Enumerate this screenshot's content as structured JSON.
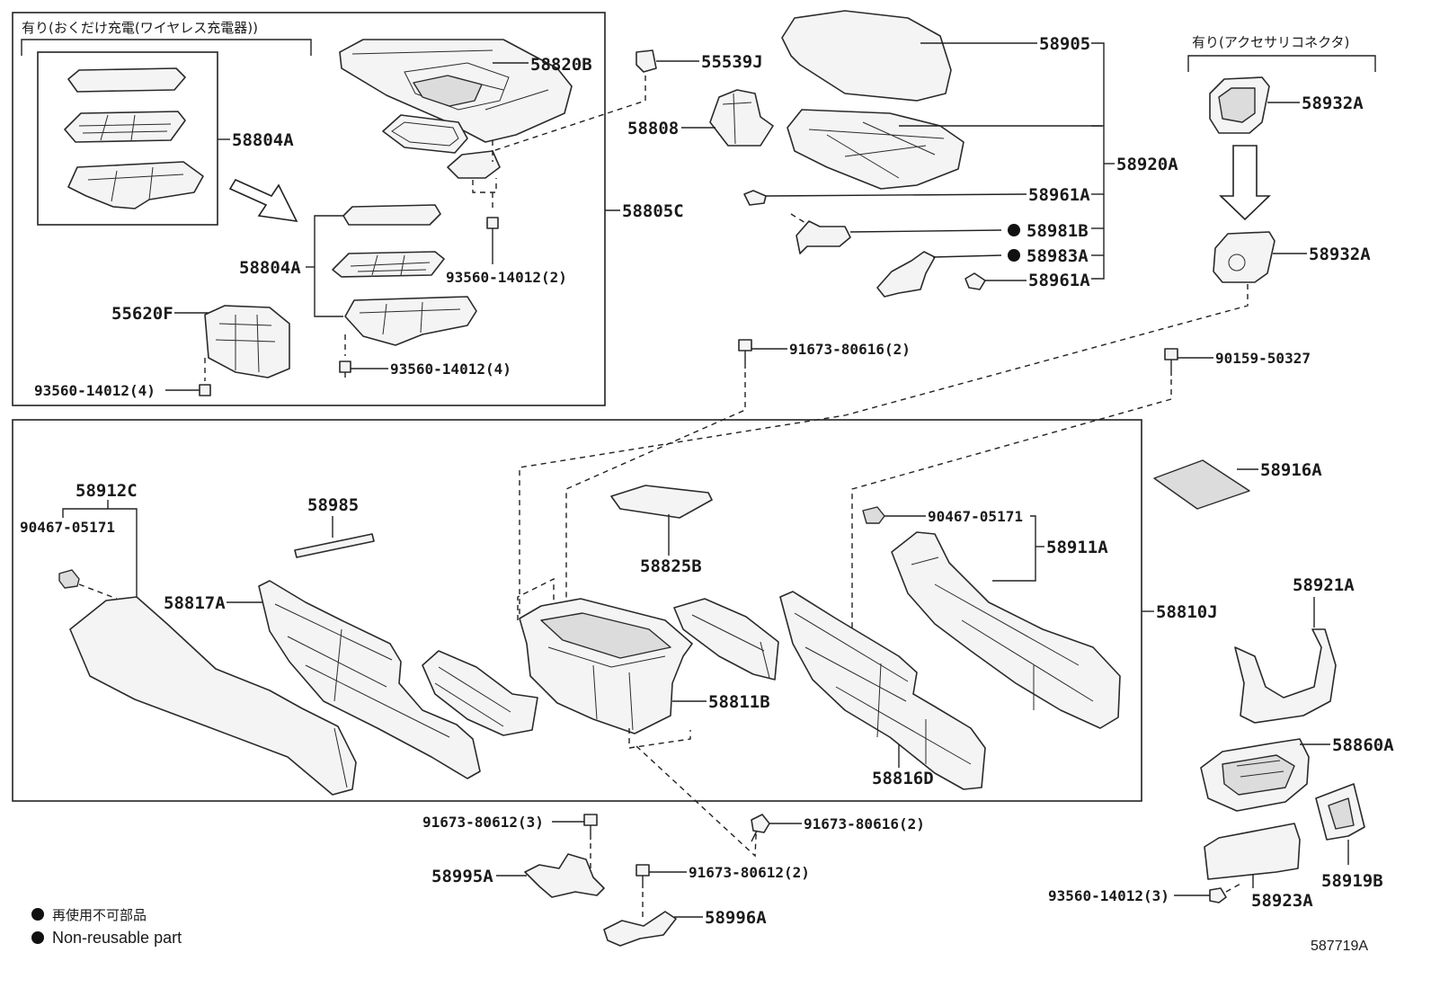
{
  "header": {
    "wireless_label": "有り(おくだけ充電(ワイヤレス充電器))",
    "accessory_label": "有り(アクセサリコネクタ)"
  },
  "callouts": {
    "p58820B": "58820B",
    "p58804A_top": "58804A",
    "p58805C": "58805C",
    "p58804A": "58804A",
    "p55620F": "55620F",
    "p93560_2": "93560-14012(2)",
    "p93560_4a": "93560-14012(4)",
    "p93560_4b": "93560-14012(4)",
    "p55539J": "55539J",
    "p58808": "58808",
    "p58905": "58905",
    "p58920A": "58920A",
    "p58961A_1": "58961A",
    "p58981B": "58981B",
    "p58983A": "58983A",
    "p58961A_2": "58961A",
    "p58932A_1": "58932A",
    "p58932A_2": "58932A",
    "p91673_80616_a": "91673-80616(2)",
    "p90159": "90159-50327",
    "p58912C": "58912C",
    "p90467_a": "90467-05171",
    "p58985": "58985",
    "p58825B": "58825B",
    "p90467_b": "90467-05171",
    "p58911A": "58911A",
    "p58916A": "58916A",
    "p58817A": "58817A",
    "p58810J": "58810J",
    "p58921A": "58921A",
    "p58811B": "58811B",
    "p58816D": "58816D",
    "p58860A": "58860A",
    "p91673_80612_a": "91673-80612(3)",
    "p91673_80616_b": "91673-80616(2)",
    "p58995A": "58995A",
    "p91673_80612_b": "91673-80612(2)",
    "p58996A": "58996A",
    "p58919B": "58919B",
    "p93560_3": "93560-14012(3)",
    "p58923A": "58923A"
  },
  "legend": {
    "jp": "再使用不可部品",
    "en": "Non-reusable part",
    "marker": "●"
  },
  "diagram_code": "587719A"
}
